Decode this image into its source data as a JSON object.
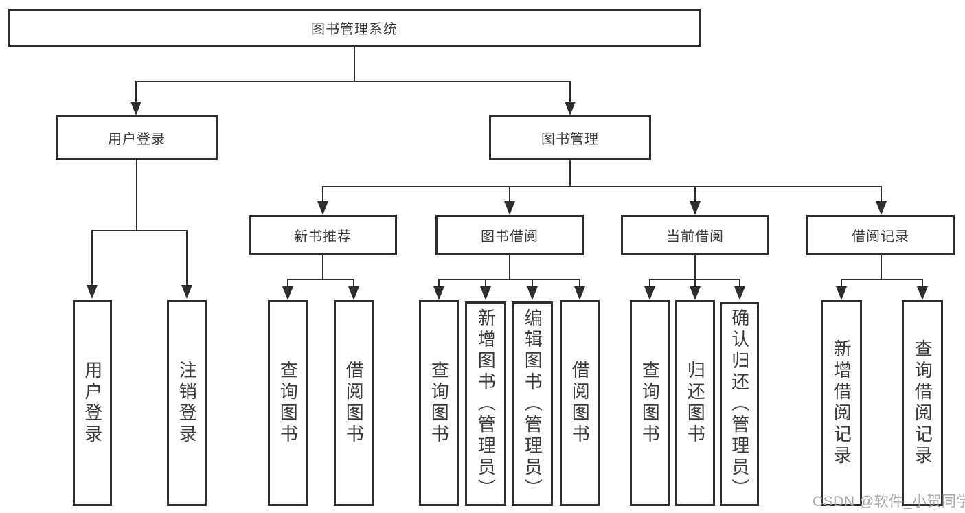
{
  "diagram_type": "tree-hierarchy",
  "colors": {
    "background": "#ffffff",
    "line": "#2d2d2d",
    "box_border": "#2d2d2d",
    "text": "#3a3a3a",
    "watermark": "#a8a8a8"
  },
  "tree": {
    "label": "图书管理系统",
    "children": [
      {
        "label": "用户登录",
        "children": [
          {
            "label": "用户登录"
          },
          {
            "label": "注销登录"
          }
        ]
      },
      {
        "label": "图书管理",
        "children": [
          {
            "label": "新书推荐",
            "children": [
              {
                "label": "查询图书"
              },
              {
                "label": "借阅图书"
              }
            ]
          },
          {
            "label": "图书借阅",
            "children": [
              {
                "label": "查询图书"
              },
              {
                "label": "新增图书（管理员）"
              },
              {
                "label": "编辑图书（管理员）"
              },
              {
                "label": "借阅图书"
              }
            ]
          },
          {
            "label": "当前借阅",
            "children": [
              {
                "label": "查询图书"
              },
              {
                "label": "归还图书"
              },
              {
                "label": "确认归还（管理员）"
              }
            ]
          },
          {
            "label": "借阅记录",
            "children": [
              {
                "label": "新增借阅记录"
              },
              {
                "label": "查询借阅记录"
              }
            ]
          }
        ]
      }
    ]
  },
  "watermark": {
    "text": "CSDN @软件_小贺同学"
  }
}
